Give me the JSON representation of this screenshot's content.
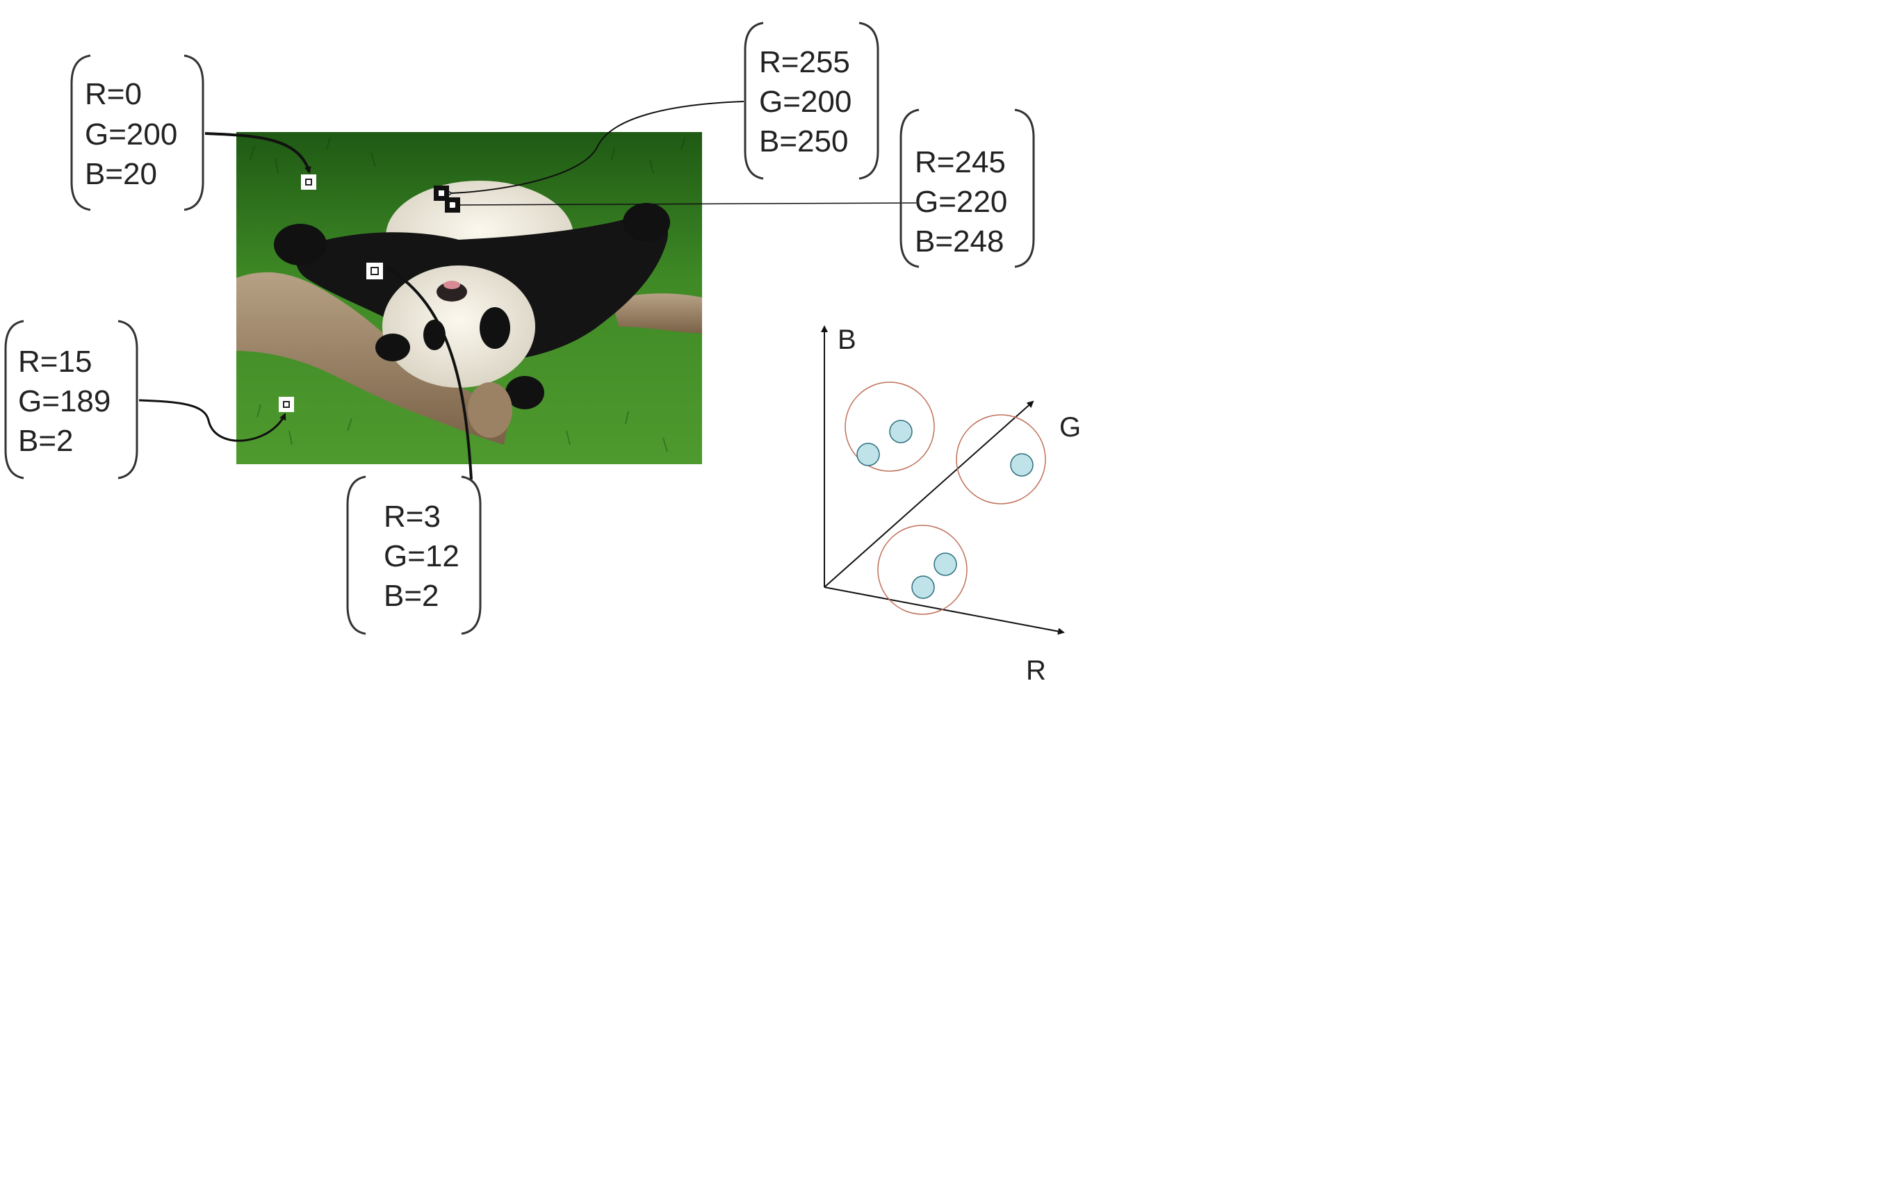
{
  "pixel_boxes": [
    {
      "id": "grass-top",
      "lines": [
        "R=0",
        "G=200",
        "B=20"
      ]
    },
    {
      "id": "fur-white-1",
      "lines": [
        "R=255",
        "G=200",
        "B=250"
      ]
    },
    {
      "id": "fur-white-2",
      "lines": [
        "R=245",
        "G=220",
        "B=248"
      ]
    },
    {
      "id": "grass-bottom",
      "lines": [
        "R=15",
        "G=189",
        "B=2"
      ]
    },
    {
      "id": "fur-black",
      "lines": [
        "R=3",
        "G=12",
        "B=2"
      ]
    }
  ],
  "color_space": {
    "axes": {
      "b": "B",
      "g": "G",
      "r": "R"
    },
    "cluster_outline_color": "#c0705a",
    "point_fill_color": "#bfe3e8",
    "point_stroke_color": "#2d6e7e"
  },
  "photo": {
    "subject": "giant panda lying upside down on a tree branch over grass"
  }
}
